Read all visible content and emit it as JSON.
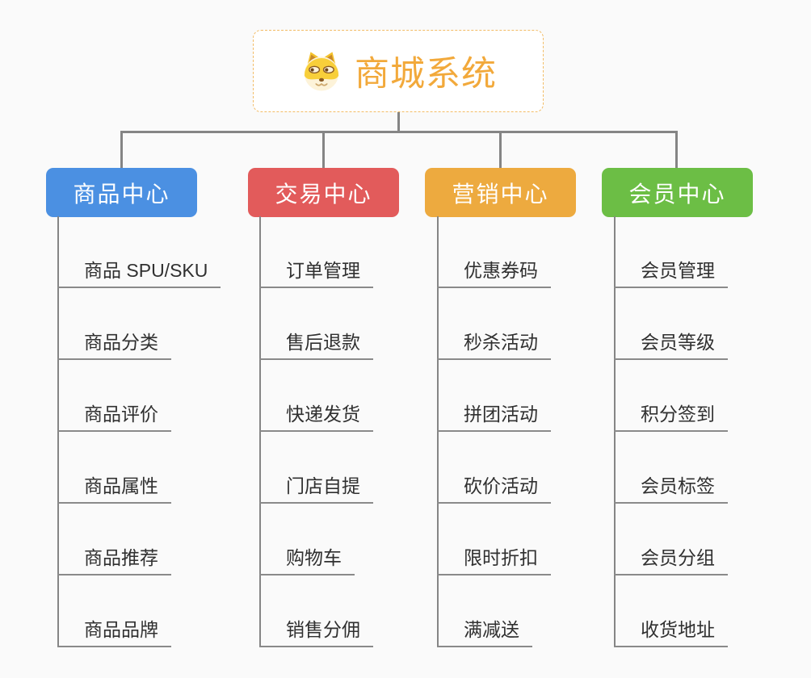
{
  "page": {
    "background_color": "#fafafa",
    "connector_color": "#858585"
  },
  "root": {
    "title": "商城系统",
    "icon": "doge-dog-icon",
    "text_color": "#f2a93b",
    "border_color": "#f2bc66",
    "background_color": "#ffffff"
  },
  "branches": [
    {
      "label": "商品中心",
      "color": "#4b90e2",
      "items": [
        "商品 SPU/SKU",
        "商品分类",
        "商品评价",
        "商品属性",
        "商品推荐",
        "商品品牌"
      ]
    },
    {
      "label": "交易中心",
      "color": "#e25b5b",
      "items": [
        "订单管理",
        "售后退款",
        "快递发货",
        "门店自提",
        "购物车",
        "销售分佣"
      ]
    },
    {
      "label": "营销中心",
      "color": "#edaa3f",
      "items": [
        "优惠券码",
        "秒杀活动",
        "拼团活动",
        "砍价活动",
        "限时折扣",
        "满减送"
      ]
    },
    {
      "label": "会员中心",
      "color": "#6cbe45",
      "items": [
        "会员管理",
        "会员等级",
        "积分签到",
        "会员标签",
        "会员分组",
        "收货地址"
      ]
    }
  ]
}
